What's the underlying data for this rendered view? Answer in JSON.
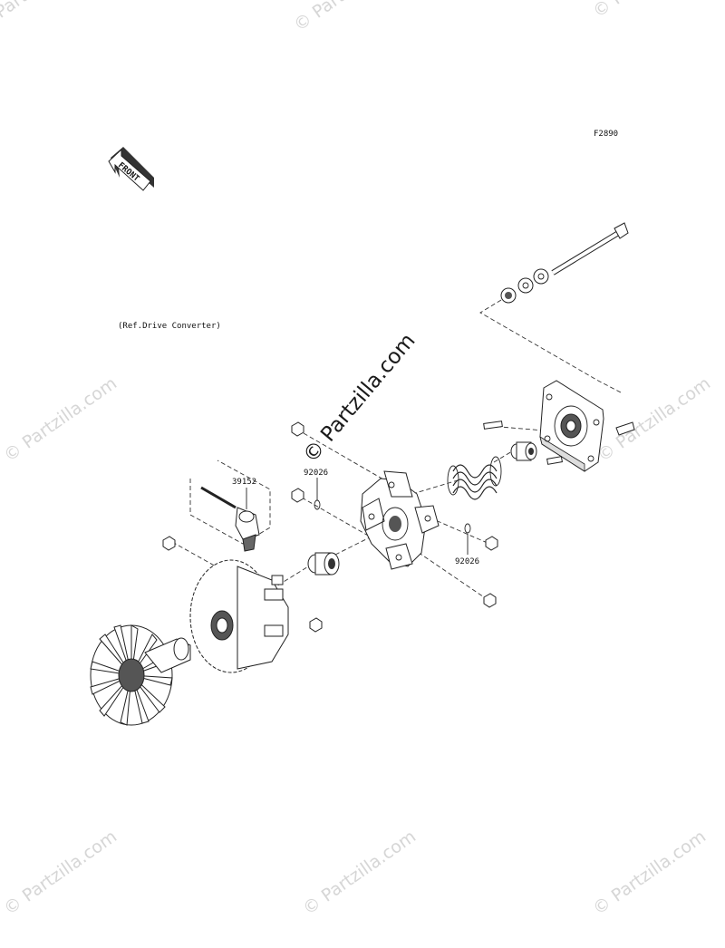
{
  "figure_code": "F2890",
  "front_arrow_text": "FRONT",
  "ref_note": "(Ref.Drive Converter)",
  "part_labels": [
    {
      "id": "p39152",
      "text": "39152"
    },
    {
      "id": "p92026a",
      "text": "92026"
    },
    {
      "id": "p92026b",
      "text": "92026"
    }
  ],
  "watermark_main": "© Partzilla.com",
  "watermark_tile": "© Partzilla.com"
}
